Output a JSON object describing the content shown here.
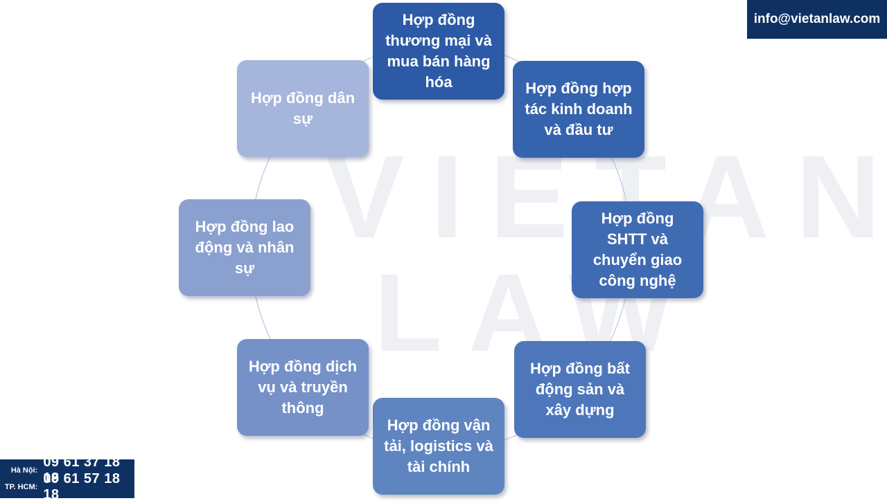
{
  "watermark": {
    "line1": "VIETAN",
    "line2": "LAW"
  },
  "contact": {
    "email": "info@vietanlaw.com",
    "phones": [
      {
        "label": "Hà Nội:",
        "number": "09 61 37 18 18"
      },
      {
        "label": "TP. HCM:",
        "number": "09 61 57 18 18"
      }
    ]
  },
  "diagram": {
    "nodes": [
      {
        "label": "Hợp đồng thương mại và mua bán hàng hóa",
        "color": "#2c5aa6"
      },
      {
        "label": "Hợp đồng hợp tác kinh doanh và đầu tư",
        "color": "#3563ad"
      },
      {
        "label": "Hợp đồng SHTT và chuyển giao công nghệ",
        "color": "#3f6bb3"
      },
      {
        "label": "Hợp đồng bất động sản và xây dựng",
        "color": "#4d77ba"
      },
      {
        "label": "Hợp đồng vận tải, logistics và tài chính",
        "color": "#5f85c1"
      },
      {
        "label": "Hợp đồng dịch vụ và truyền thông",
        "color": "#7591c8"
      },
      {
        "label": "Hợp đồng lao động và nhân sự",
        "color": "#8aa0cf"
      },
      {
        "label": "Hợp đồng dân sự",
        "color": "#a5b5db"
      }
    ]
  }
}
